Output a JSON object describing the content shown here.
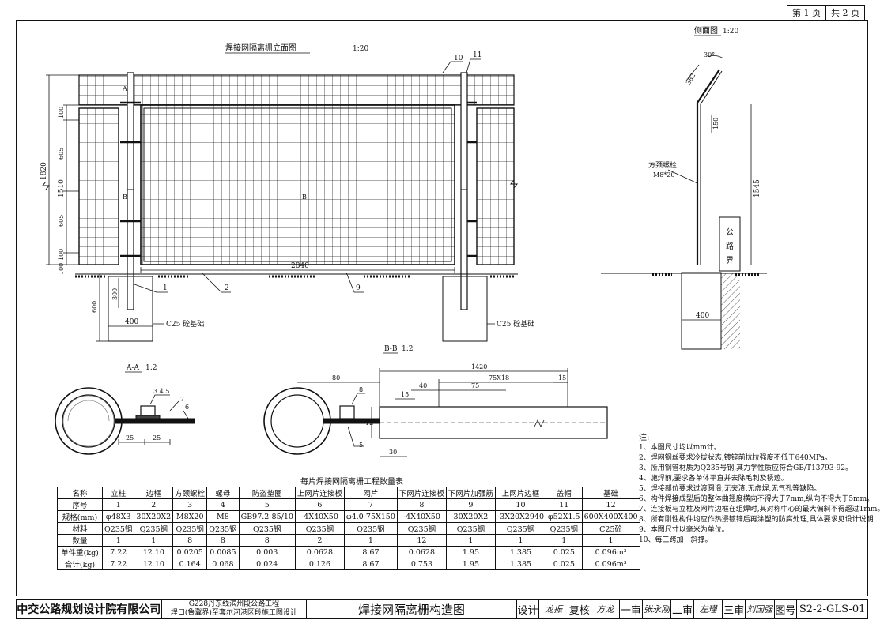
{
  "page_info": {
    "page": "第 1 页",
    "total": "共 2 页"
  },
  "elevation": {
    "title": "焊接网隔离栅立面图",
    "scale": "1:20",
    "dims": {
      "h_total": "1820",
      "h_mesh": "1510",
      "seg1": "100",
      "seg2": "605",
      "seg3": "605",
      "seg4": "100",
      "seg5": "100",
      "span": "2840",
      "found_depth": "600",
      "post_embed": "300",
      "found_width": "400"
    },
    "section_marks": {
      "a": "A",
      "b": "B"
    },
    "callouts": [
      "1",
      "2",
      "9",
      "10",
      "11"
    ],
    "foundation_label": "C25 砼基础"
  },
  "side": {
    "title": "侧面图",
    "scale": "1:20",
    "angle": "30°",
    "top_len": "382",
    "bend": "150",
    "height": "1545",
    "found_width": "400",
    "bolt_label": "方颈螺栓",
    "bolt_spec": "M8*20",
    "marker": [
      "公",
      "路",
      "界"
    ]
  },
  "section_aa": {
    "title": "A-A",
    "scale": "1:2",
    "dims": [
      "25",
      "25"
    ],
    "callouts": [
      "3.4.5",
      "7",
      "6"
    ]
  },
  "section_bb": {
    "title": "B-B",
    "scale": "1:2",
    "dims": {
      "d80": "80",
      "d1420": "1420",
      "d75x18": "75X18",
      "d15a": "15",
      "d40": "40",
      "d75": "75",
      "d15b": "15",
      "d12": "12",
      "d30": "30"
    },
    "callouts": [
      "8",
      "5"
    ]
  },
  "qty_table": {
    "title": "每片焊接网隔离栅工程数量表",
    "rows": [
      [
        "名称",
        "立柱",
        "边框",
        "方颈螺栓",
        "螺母",
        "防盗垫圈",
        "上网片连接板",
        "网片",
        "下网片连接板",
        "下网片加强筋",
        "上网片边框",
        "盖帽",
        "基础"
      ],
      [
        "序号",
        "1",
        "2",
        "3",
        "4",
        "5",
        "6",
        "7",
        "8",
        "9",
        "10",
        "11",
        "12"
      ],
      [
        "规格(mm)",
        "φ48X3",
        "30X20X2",
        "M8X20",
        "M8",
        "GB97.2-85/10",
        "-4X40X50",
        "φ4.0-75X150",
        "-4X40X50",
        "30X20X2",
        "-3X20X2940",
        "φ52X1.5",
        "600X400X400"
      ],
      [
        "材料",
        "Q235钢",
        "Q235钢",
        "Q235钢",
        "Q235钢",
        "Q235钢",
        "Q235钢",
        "Q235钢",
        "Q235钢",
        "Q235钢",
        "Q235钢",
        "Q235钢",
        "C25砼"
      ],
      [
        "数量",
        "1",
        "1",
        "8",
        "8",
        "8",
        "2",
        "1",
        "12",
        "1",
        "1",
        "1",
        "1"
      ],
      [
        "单件重(kg)",
        "7.22",
        "12.10",
        "0.0205",
        "0.0085",
        "0.003",
        "0.0628",
        "8.67",
        "0.0628",
        "1.95",
        "1.385",
        "0.025",
        "0.096m³"
      ],
      [
        "合计(kg)",
        "7.22",
        "12.10",
        "0.164",
        "0.068",
        "0.024",
        "0.126",
        "8.67",
        "0.753",
        "1.95",
        "1.385",
        "0.025",
        "0.096m³"
      ]
    ]
  },
  "notes": {
    "heading": "注:",
    "items": [
      "1、本图尺寸均以mm计。",
      "2、焊网钢丝要求冷拔状态,镀锌前抗拉强度不低于640MPa。",
      "3、所用钢管材质为Q235号钢,其力学性质应符合GB/T13793-92。",
      "4、施焊前,要求各单体平直并去除毛刺及锈迹。",
      "5、焊接部位要求过渡圆滑,无夹渣,无虚焊,无气孔等缺陷。",
      "6、构件焊接成型后的整体曲翘度横向不得大于7mm,纵向不得大于5mm。",
      "7、连接板与立柱及网片边框在组焊时,其对称中心的最大偏斜不得超过1mm。",
      "8、所有刚性构件均应作热浸镀锌后再涂塑的防腐处理,具体要求见设计说明",
      "9、本图尺寸以毫米为单位。",
      "10、每三跨加一斜撑。"
    ]
  },
  "title_block": {
    "company": "中交公路规划设计院有限公司",
    "project_line1": "G228丹东线滨州段公路工程",
    "project_line2": "埕口(鲁冀界)至套尔河港区段施工图设计",
    "drawing_title": "焊接网隔离栅构造图",
    "labels": {
      "design": "设计",
      "review": "复核",
      "audit1": "一审",
      "audit2": "二审",
      "audit3": "三审",
      "drawing_no": "图号"
    },
    "signatures": {
      "design": "龙振",
      "review": "方龙",
      "audit1": "张永刚",
      "audit2": "左瑾",
      "audit3": "刘国强"
    },
    "code": "S2-2-GLS-01"
  }
}
